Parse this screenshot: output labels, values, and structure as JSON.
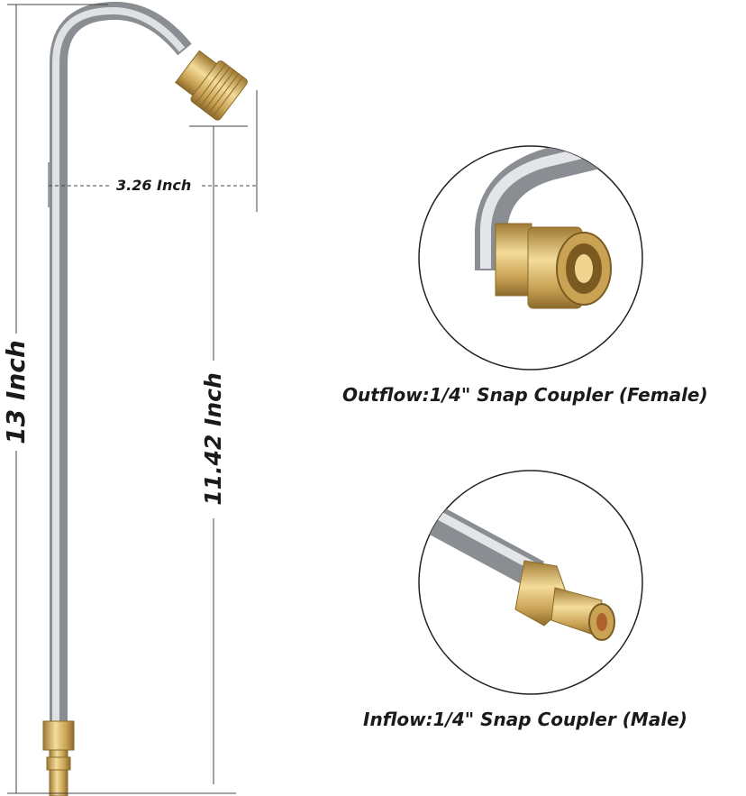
{
  "dimensions": {
    "width_label": "3.26 Inch",
    "total_height_label": "13 Inch",
    "straight_length_label": "11.42 Inch"
  },
  "details": {
    "outflow": {
      "caption": "Outflow:1/4\" Snap Coupler (Female)"
    },
    "inflow": {
      "caption": "Inflow:1/4\" Snap Coupler (Male)"
    }
  },
  "colors": {
    "steel": "#b9bcbf",
    "brass": "#d8b66a",
    "brass_dark": "#a8833a",
    "dim_line": "#444444"
  }
}
